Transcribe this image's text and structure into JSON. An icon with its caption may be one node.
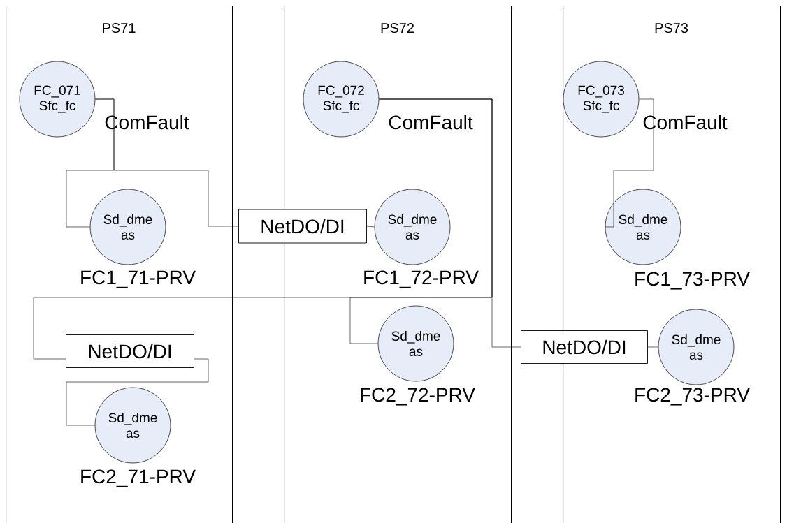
{
  "diagram": {
    "nodes": [
      {
        "text": [
          "PS71"
        ]
      },
      {
        "text": [
          "PS72"
        ]
      },
      {
        "text": [
          "PS73"
        ]
      },
      {
        "text": [
          "FC_071 Sfc_fc"
        ],
        "beside": [
          "ComFault"
        ],
        "in": 0
      },
      {
        "text": [
          "Sd_dme as"
        ],
        "beside": [
          "FC1_71-PRV"
        ],
        "in": 0
      },
      {
        "text": [
          "NetDO/DI"
        ]
      },
      {
        "text": [
          "FC_072 Sfc_fc"
        ],
        "beside": [
          "ComFault"
        ],
        "in": 1
      },
      {
        "text": [
          "Sd_dme as"
        ],
        "beside": [
          "FC1_72-PRV"
        ],
        "in": 1
      },
      {
        "text": [
          "Sd_dme as"
        ],
        "beside": [
          "FC2_72-PRV"
        ],
        "in": 1
      },
      {
        "text": [
          "FC_073 Sfc_fc"
        ],
        "beside": [
          "ComFault"
        ],
        "in": 2
      },
      {
        "text": [
          "Sd_dme as"
        ],
        "beside": [
          "FC1_73-PRV"
        ],
        "in": 2
      },
      {
        "text": [
          "NetDO/DI"
        ]
      },
      {
        "text": [
          "Sd_dme as"
        ],
        "beside": [
          "FC2_73-PRV"
        ],
        "in": 2
      },
      {
        "text": [
          "NetDO/DI"
        ],
        "in": 0
      },
      {
        "text": [
          "Sd_dme as"
        ],
        "beside": [
          "FC2_71-PRV"
        ],
        "in": 0
      }
    ],
    "edges": [
      {
        "from": 3,
        "to": 4,
        "arrow": "none"
      },
      {
        "from": 3,
        "to": 5,
        "arrow": "none"
      },
      {
        "from": 5,
        "to": 7,
        "arrow": "none"
      },
      {
        "from": 6,
        "to": 8,
        "arrow": "none"
      },
      {
        "from": 6,
        "to": 11,
        "arrow": "none"
      },
      {
        "from": 6,
        "to": 13,
        "arrow": "none"
      },
      {
        "from": 13,
        "to": 14,
        "arrow": "none"
      },
      {
        "from": 11,
        "to": 12,
        "arrow": "none"
      },
      {
        "from": 9,
        "to": 10,
        "arrow": "none"
      }
    ]
  }
}
